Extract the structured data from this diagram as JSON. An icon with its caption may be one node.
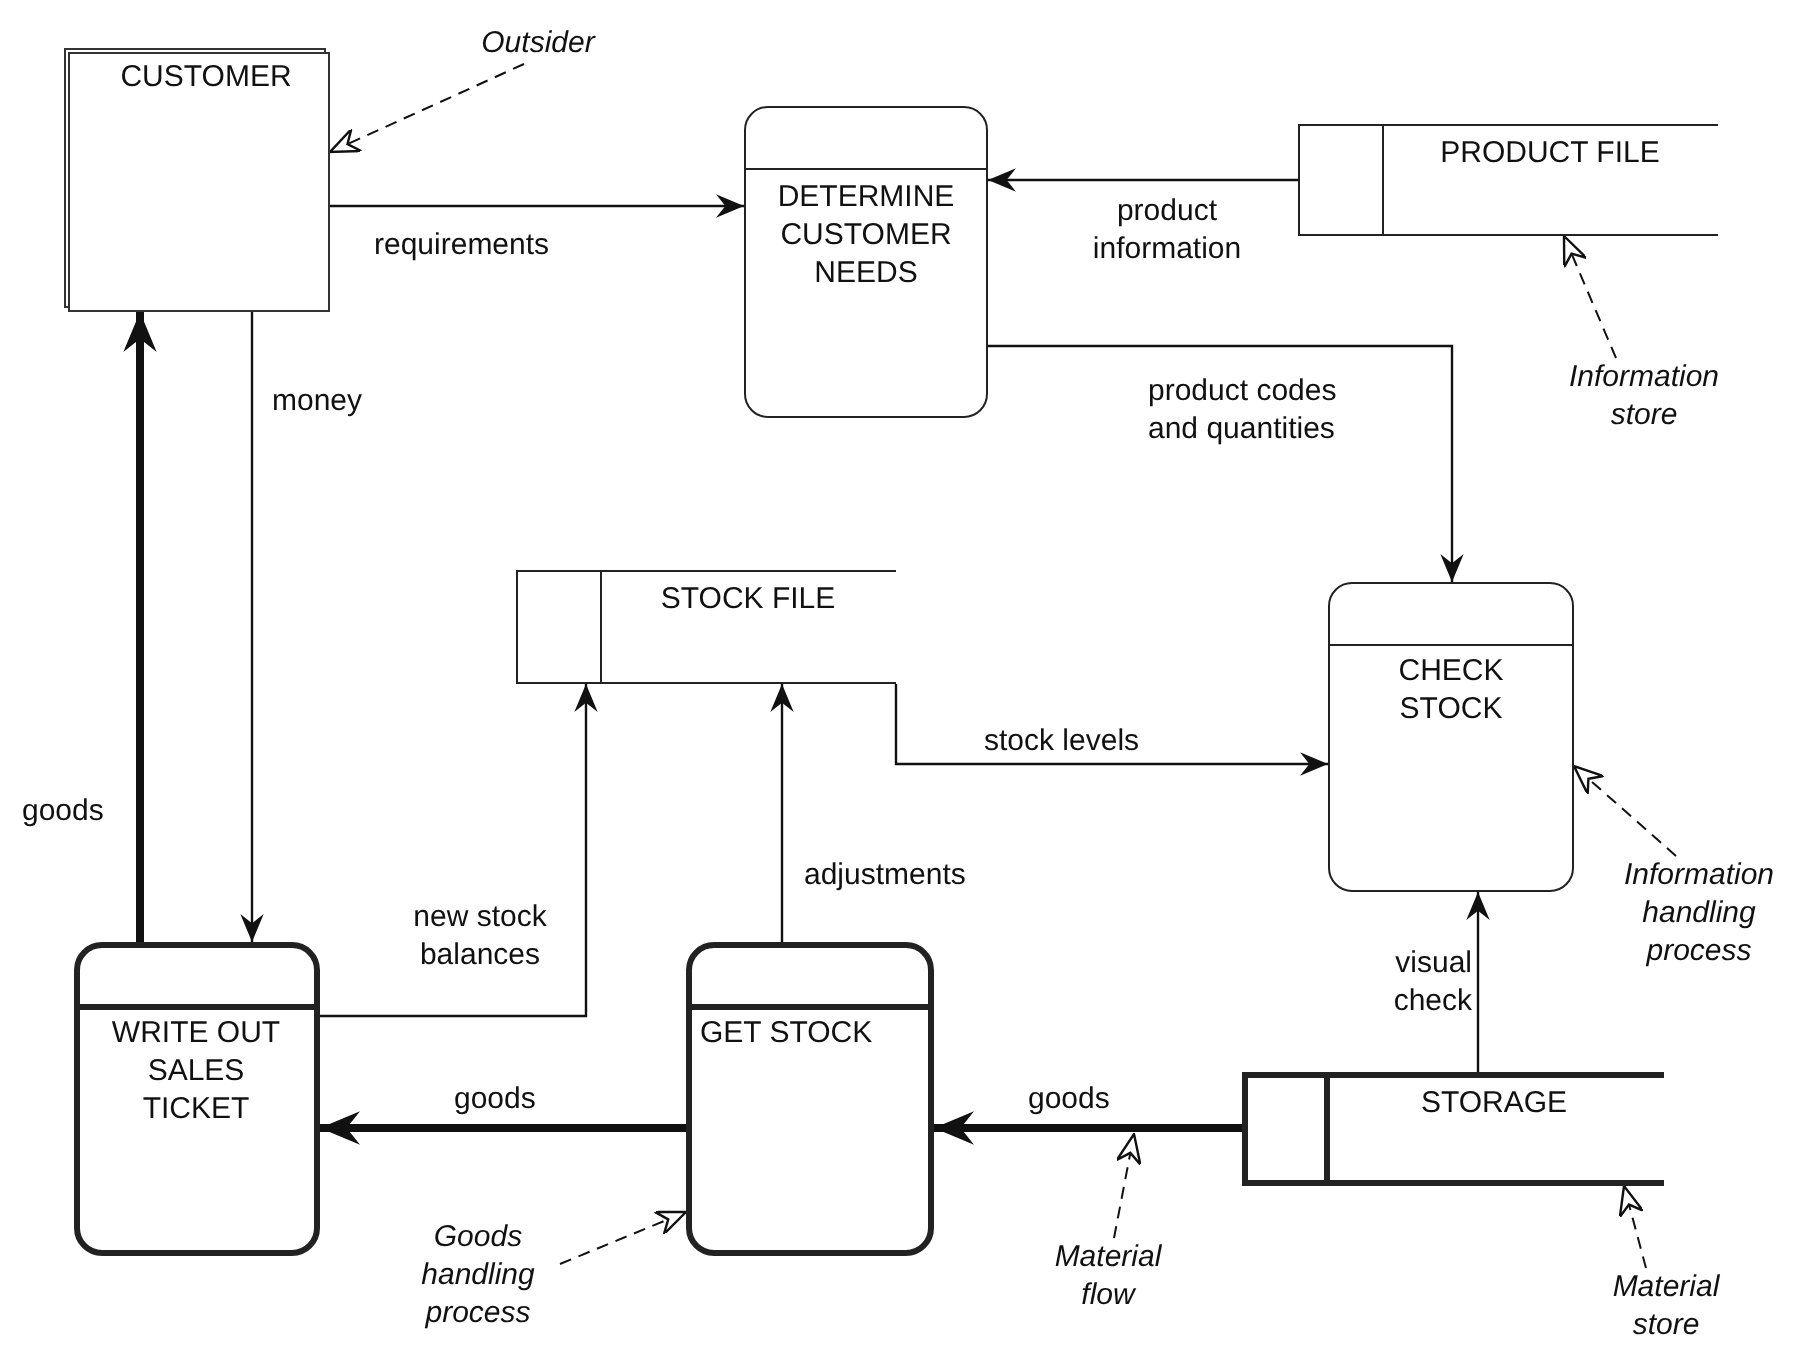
{
  "diagram": {
    "nodes": [
      {
        "text": [
          "CUSTOMER"
        ]
      },
      {
        "text": [
          "DETERMINE CUSTOMER NEEDS"
        ]
      },
      {
        "text": [
          "PRODUCT FILE"
        ]
      },
      {
        "text": [
          "STOCK FILE"
        ]
      },
      {
        "text": [
          "CHECK STOCK"
        ]
      },
      {
        "text": [
          "WRITE OUT SALES TICKET"
        ]
      },
      {
        "text": [
          "GET STOCK"
        ]
      },
      {
        "text": [
          "STORAGE"
        ]
      },
      {
        "text": [
          "Outsider"
        ]
      },
      {
        "text": [
          "Information store"
        ]
      },
      {
        "text": [
          "Information handling process"
        ]
      },
      {
        "text": [
          "Goods handling process"
        ]
      },
      {
        "text": [
          "Material flow"
        ]
      },
      {
        "text": [
          "Material store"
        ]
      }
    ],
    "edges": [
      {
        "from": 0,
        "to": 1,
        "arrow": "to",
        "label": "requirements"
      },
      {
        "from": 2,
        "to": 1,
        "arrow": "to",
        "label": "product information"
      },
      {
        "from": 1,
        "to": 4,
        "arrow": "to",
        "label": "product codes and quantities"
      },
      {
        "from": 3,
        "to": 4,
        "arrow": "to",
        "label": "stock levels"
      },
      {
        "from": 0,
        "to": 5,
        "arrow": "to",
        "label": "money"
      },
      {
        "from": 5,
        "to": 0,
        "arrow": "to",
        "label": "goods",
        "style": "thick"
      },
      {
        "from": 5,
        "to": 3,
        "arrow": "to",
        "label": "new stock balances"
      },
      {
        "from": 6,
        "to": 3,
        "arrow": "to",
        "label": "adjustments"
      },
      {
        "from": 6,
        "to": 5,
        "arrow": "to",
        "label": "goods",
        "style": "thick"
      },
      {
        "from": 7,
        "to": 6,
        "arrow": "to",
        "label": "goods",
        "style": "thick"
      },
      {
        "from": 7,
        "to": 4,
        "arrow": "to",
        "label": "visual check"
      },
      {
        "from": 8,
        "to": 0,
        "arrow": "to",
        "style": "dashed"
      },
      {
        "from": 9,
        "to": 2,
        "arrow": "to",
        "style": "dashed"
      },
      {
        "from": 10,
        "to": 4,
        "arrow": "to",
        "style": "dashed"
      },
      {
        "from": 11,
        "to": 6,
        "arrow": "to",
        "style": "dashed"
      },
      {
        "from": 12,
        "to": null,
        "arrow": "to",
        "style": "dashed"
      },
      {
        "from": 13,
        "to": 7,
        "arrow": "to",
        "style": "dashed"
      }
    ]
  }
}
